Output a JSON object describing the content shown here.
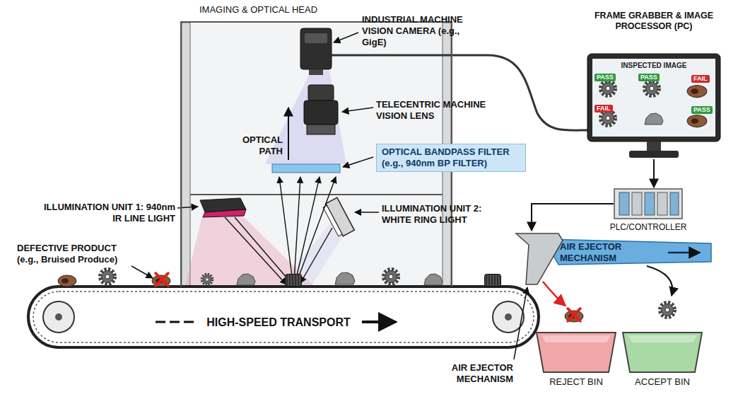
{
  "diagram": {
    "nodes": [
      {
        "text": [
          "IMAGING & OPTICAL HEAD"
        ]
      },
      {
        "text": [
          "OPTICAL BANDPASS FILTER (e.g., 940nm BP FILTER)"
        ]
      },
      {
        "text": [
          "FRAME GRABBER & IMAGE PROCESSOR (PC)",
          "INSPECTED IMAGE"
        ]
      },
      {
        "text": [
          "PLC/CONTROLLER"
        ]
      },
      {
        "text": [
          "REJECT BIN"
        ]
      },
      {
        "text": [
          "ACCEPT BIN"
        ]
      }
    ],
    "edges": [
      {
        "from": 2,
        "to": 3,
        "arrow": "to"
      }
    ],
    "labels": [
      "INDUSTRIAL MACHINE VISION CAMERA (e.g., GigE)",
      "TELECENTRIC MACHINE VISION LENS",
      "OPTICAL PATH",
      "ILLUMINATION UNIT 1: 940nm IR LINE LIGHT",
      "ILLUMINATION UNIT 2: WHITE RING LIGHT",
      "DEFECTIVE PRODUCT (e.g., Bruised Produce)",
      "HIGH-SPEED TRANSPORT",
      "PASS",
      "PASS",
      "FAIL",
      "FAIL",
      "PASS",
      "AIR EJECTOR MECHANISM",
      "AIR EJECTOR MECHANISM"
    ]
  }
}
